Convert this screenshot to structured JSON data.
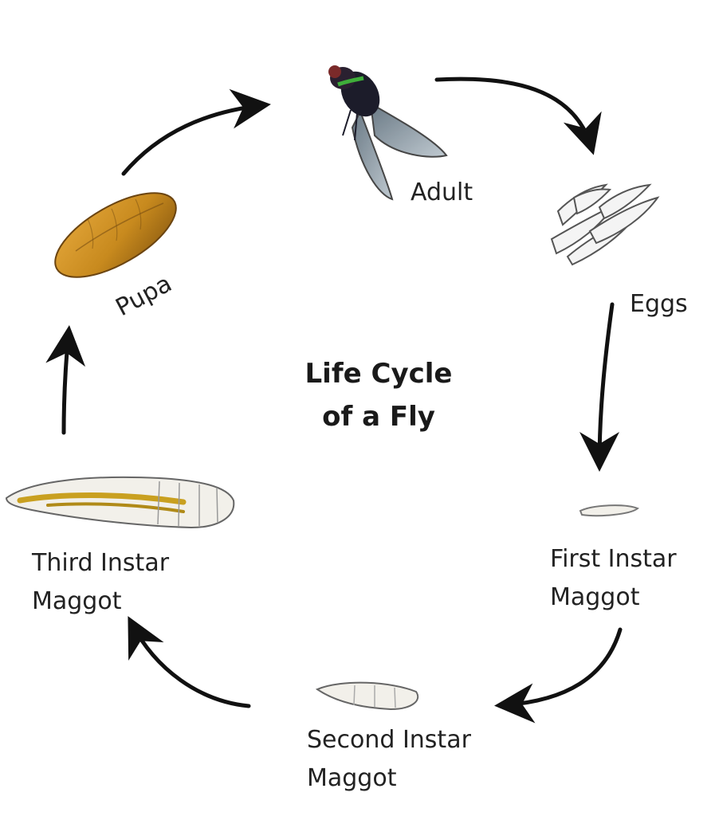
{
  "title": {
    "line1": "Life Cycle",
    "line2": "of a Fly"
  },
  "stages": {
    "adult": "Adult",
    "eggs": "Eggs",
    "first_instar": {
      "line1": "First Instar",
      "line2": "Maggot"
    },
    "second_instar": {
      "line1": "Second Instar",
      "line2": "Maggot"
    },
    "third_instar": {
      "line1": "Third Instar",
      "line2": "Maggot"
    },
    "pupa": "Pupa"
  },
  "colors": {
    "arrow": "#111111",
    "pupa": "#c88a1e",
    "fly_body": "#1c1c2a",
    "fly_wing": "#8a9aa6",
    "fly_collar": "#3fae3a",
    "egg": "#f4f4f4",
    "maggot": "#f2f0ea",
    "maggot_gut": "#c9a020"
  }
}
